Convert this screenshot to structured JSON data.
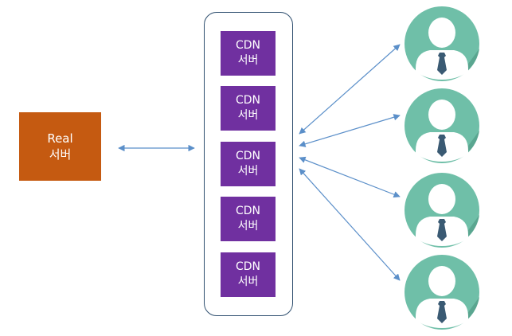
{
  "real_server": {
    "line1": "Real",
    "line2": "서버",
    "color": "#c55a11"
  },
  "cdn_servers": [
    {
      "line1": "CDN",
      "line2": "서버"
    },
    {
      "line1": "CDN",
      "line2": "서버"
    },
    {
      "line1": "CDN",
      "line2": "서버"
    },
    {
      "line1": "CDN",
      "line2": "서버"
    },
    {
      "line1": "CDN",
      "line2": "서버"
    }
  ],
  "cdn_color": "#7030a0",
  "users": [
    {
      "icon": "user-icon"
    },
    {
      "icon": "user-icon"
    },
    {
      "icon": "user-icon"
    },
    {
      "icon": "user-icon"
    }
  ],
  "user_color": "#6fbfa8",
  "arrow_color": "#5b8fc9"
}
